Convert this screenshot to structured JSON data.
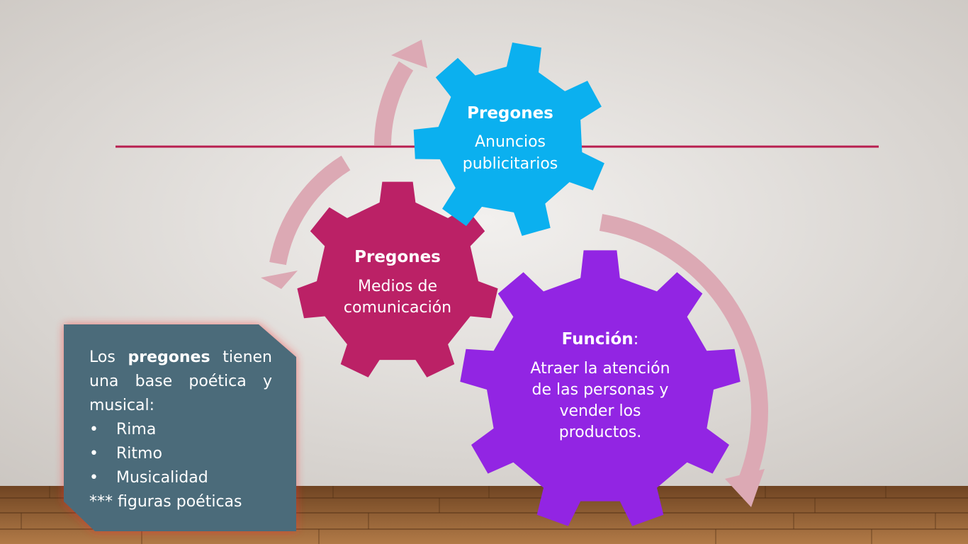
{
  "diagram": {
    "gear_top": {
      "title": "Pregones",
      "lines": [
        "Anuncios",
        "publicitarios"
      ],
      "color": "#0bb0ef"
    },
    "gear_left": {
      "title": "Pregones",
      "lines": [
        "Medios de",
        "comunicación"
      ],
      "color": "#bb2166"
    },
    "gear_right": {
      "title": "Función",
      "title_suffix": ":",
      "lines": [
        "Atraer la atención",
        "de las personas y",
        "vender los",
        "productos."
      ],
      "color": "#9225e3"
    }
  },
  "callout": {
    "intro_before": "Los",
    "intro_bold": "pregones",
    "intro_after": "tienen una base poética y musical:",
    "bullets": [
      "Rima",
      "Ritmo",
      "Musicalidad"
    ],
    "bullet_symbol": "•",
    "note": "*** figuras poéticas",
    "color": "#4b6b7a"
  },
  "colors": {
    "divider": "#b81e4f",
    "arrow": "#dca9b4",
    "wall": "#e9e6e2",
    "floor": "#8c5a31"
  }
}
